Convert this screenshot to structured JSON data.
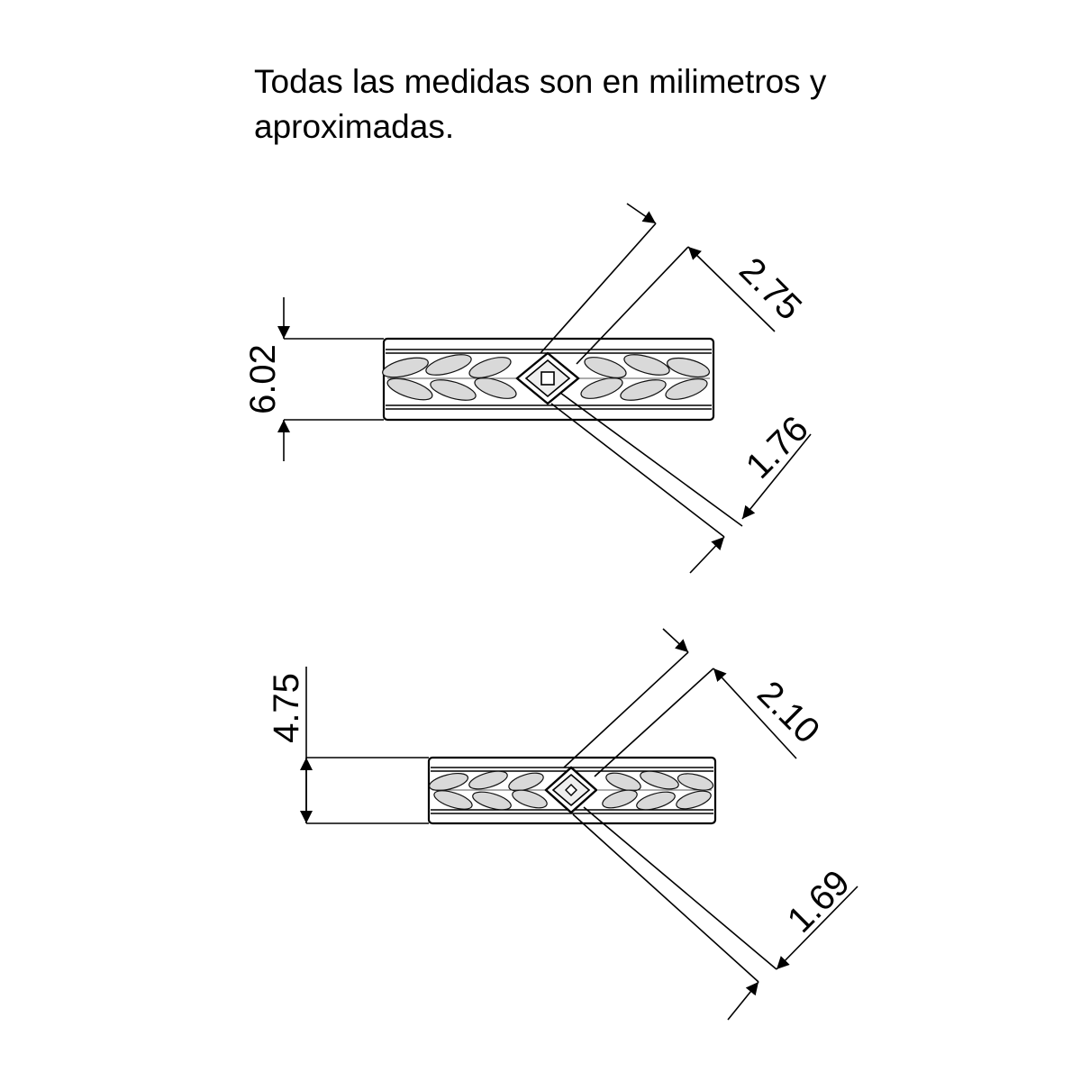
{
  "note": {
    "line1": "Todas las medidas son en milimetros y",
    "line2": "aproximadas."
  },
  "ring_wide": {
    "band_width": "6.02",
    "setting_outer": "2.75",
    "setting_inner": "1.76"
  },
  "ring_narrow": {
    "band_width": "4.75",
    "setting_outer": "2.10",
    "setting_inner": "1.69"
  }
}
